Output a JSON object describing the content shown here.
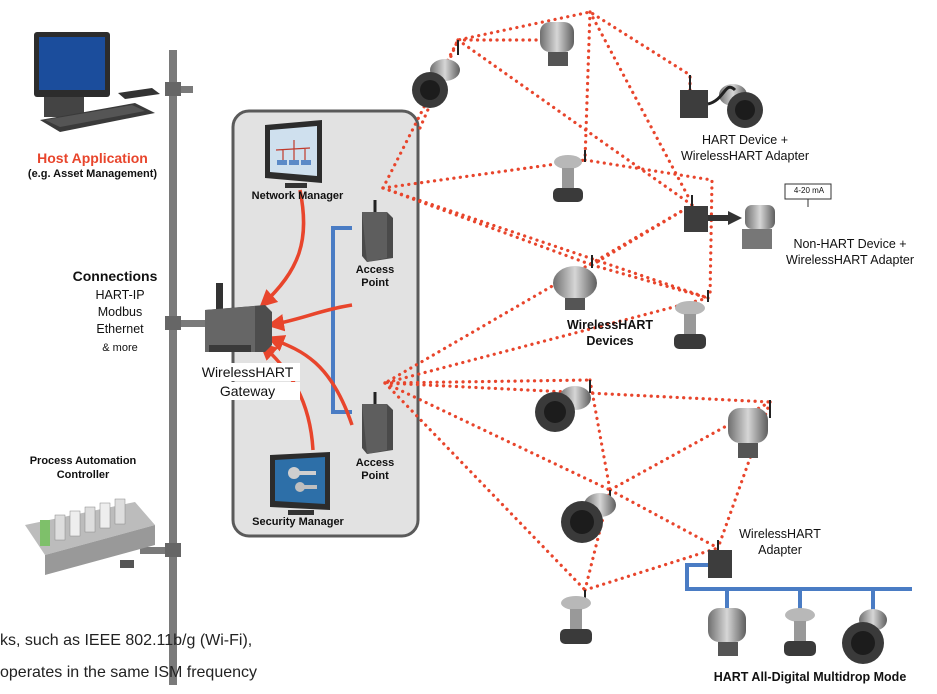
{
  "host": {
    "title": "Host Application",
    "subtitle": "(e.g. Asset Management)"
  },
  "connections": {
    "title": "Connections",
    "items": [
      "HART-IP",
      "Modbus",
      "Ethernet",
      "& more"
    ]
  },
  "controller": {
    "title_line1": "Process Automation",
    "title_line2": "Controller"
  },
  "gateway": {
    "line1": "WirelessHART",
    "line2": "Gateway"
  },
  "network_manager": {
    "label": "Network Manager"
  },
  "security_manager": {
    "label": "Security Manager"
  },
  "access_point_1": {
    "line1": "Access",
    "line2": "Point"
  },
  "access_point_2": {
    "line1": "Access",
    "line2": "Point"
  },
  "hart_device_adapter": {
    "line1": "HART Device +",
    "line2": "WirelessHART Adapter"
  },
  "non_hart_device_adapter": {
    "line1": "Non-HART Device +",
    "line2": "WirelessHART Adapter",
    "signal_box": "4-20 mA"
  },
  "wirelesshart_devices": {
    "line1": "WirelessHART",
    "line2": "Devices"
  },
  "multidrop_adapter": {
    "line1": "WirelessHART",
    "line2": "Adapter"
  },
  "multidrop_mode": {
    "label": "HART All-Digital Multidrop Mode"
  },
  "body_text": {
    "line1": "ks, such as IEEE 802.11b/g (Wi-Fi),",
    "line2": "operates in the same ISM frequency"
  },
  "colors": {
    "mesh": "#e8452c",
    "bus": "#4a7cc4",
    "panel": "#e2e2e2",
    "pipe": "#7a7a7a"
  }
}
